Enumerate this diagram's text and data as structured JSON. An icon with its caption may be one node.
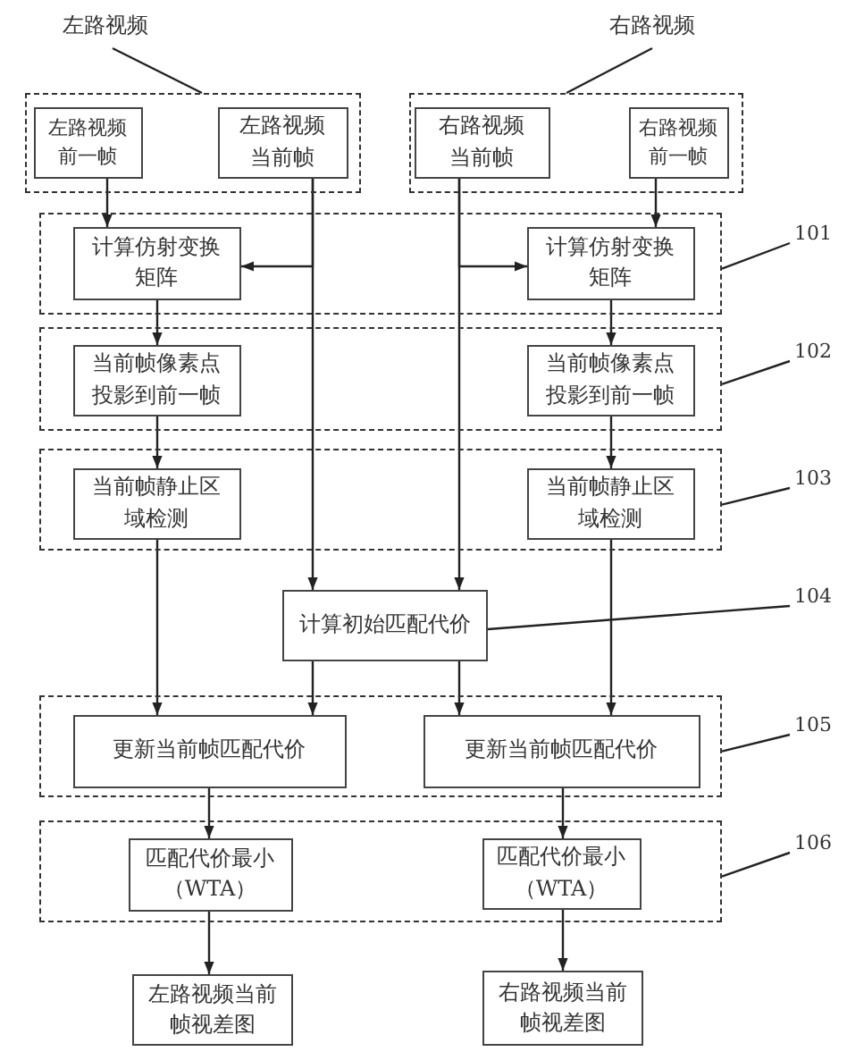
{
  "diagram": {
    "nodes": [
      {
        "text": [
          "左路视频"
        ]
      },
      {
        "text": [
          "右路视频"
        ]
      },
      {
        "text": [],
        "shape": "box"
      },
      {
        "text": [
          "左路视频前一帧"
        ],
        "in": 2
      },
      {
        "text": [
          "左路视频当前帧"
        ],
        "in": 2
      },
      {
        "text": [],
        "shape": "box"
      },
      {
        "text": [
          "右路视频当前帧"
        ],
        "in": 5
      },
      {
        "text": [
          "右路视频前一帧"
        ],
        "in": 5
      },
      {
        "text": [],
        "shape": "box"
      },
      {
        "text": [
          "计算仿射变换矩阵"
        ],
        "in": 8
      },
      {
        "text": [
          "计算仿射变换矩阵"
        ],
        "in": 8
      },
      {
        "text": [],
        "shape": "box"
      },
      {
        "text": [
          "当前帧像素点投影到前一帧"
        ],
        "in": 11
      },
      {
        "text": [
          "当前帧像素点投影到前一帧"
        ],
        "in": 11
      },
      {
        "text": [],
        "shape": "box"
      },
      {
        "text": [
          "当前帧静止区域检测"
        ],
        "in": 14
      },
      {
        "text": [
          "当前帧静止区域检测"
        ],
        "in": 14
      },
      {
        "text": [
          "计算初始匹配代价"
        ]
      },
      {
        "text": [],
        "shape": "box"
      },
      {
        "text": [
          "更新当前帧匹配代价"
        ],
        "in": 18
      },
      {
        "text": [
          "更新当前帧匹配代价"
        ],
        "in": 18
      },
      {
        "text": [],
        "shape": "box"
      },
      {
        "text": [
          "匹配代价最小（WTA）"
        ],
        "in": 21
      },
      {
        "text": [
          "匹配代价最小（WTA）"
        ],
        "in": 21
      },
      {
        "text": [
          "左路视频当前帧视差图"
        ]
      },
      {
        "text": [
          "右路视频当前帧视差图"
        ]
      },
      {
        "text": [
          "101"
        ]
      },
      {
        "text": [
          "102"
        ]
      },
      {
        "text": [
          "103"
        ]
      },
      {
        "text": [
          "104"
        ]
      },
      {
        "text": [
          "105"
        ]
      },
      {
        "text": [
          "106"
        ]
      }
    ],
    "edges": [
      {
        "from": 0,
        "to": 2,
        "arrow": "none"
      },
      {
        "from": 1,
        "to": 5,
        "arrow": "none"
      },
      {
        "from": 3,
        "to": 9,
        "arrow": "to"
      },
      {
        "from": 4,
        "to": 9,
        "arrow": "to"
      },
      {
        "from": 4,
        "to": 17,
        "arrow": "to"
      },
      {
        "from": 6,
        "to": 10,
        "arrow": "to"
      },
      {
        "from": 6,
        "to": 17,
        "arrow": "to"
      },
      {
        "from": 7,
        "to": 10,
        "arrow": "to"
      },
      {
        "from": 9,
        "to": 12,
        "arrow": "to"
      },
      {
        "from": 10,
        "to": 13,
        "arrow": "to"
      },
      {
        "from": 12,
        "to": 15,
        "arrow": "to"
      },
      {
        "from": 13,
        "to": 16,
        "arrow": "to"
      },
      {
        "from": 15,
        "to": 19,
        "arrow": "to"
      },
      {
        "from": 17,
        "to": 19,
        "arrow": "to"
      },
      {
        "from": 17,
        "to": 20,
        "arrow": "to"
      },
      {
        "from": 16,
        "to": 20,
        "arrow": "to"
      },
      {
        "from": 19,
        "to": 22,
        "arrow": "to"
      },
      {
        "from": 20,
        "to": 23,
        "arrow": "to"
      },
      {
        "from": 22,
        "to": 24,
        "arrow": "to"
      },
      {
        "from": 23,
        "to": 25,
        "arrow": "to"
      },
      {
        "from": 26,
        "to": 8,
        "arrow": "none"
      },
      {
        "from": 27,
        "to": 11,
        "arrow": "none"
      },
      {
        "from": 28,
        "to": 14,
        "arrow": "none"
      },
      {
        "from": 29,
        "to": 17,
        "arrow": "none"
      },
      {
        "from": 30,
        "to": 18,
        "arrow": "none"
      },
      {
        "from": 31,
        "to": 21,
        "arrow": "none"
      }
    ]
  }
}
